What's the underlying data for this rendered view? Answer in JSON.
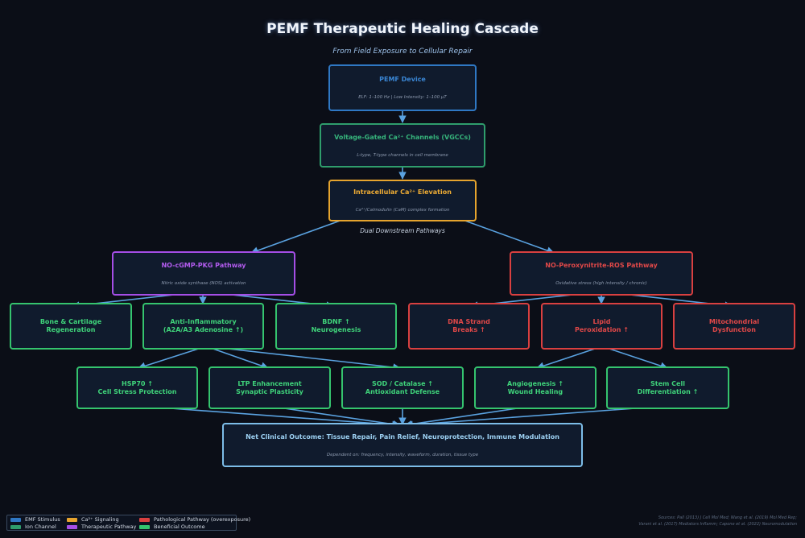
{
  "header": {
    "title": "PEMF Therapeutic Healing Cascade",
    "subtitle": "From Field Exposure to Cellular Repair"
  },
  "nodes": {
    "pemf_device": {
      "title": "PEMF Device",
      "subtitle": "ELF: 1–100 Hz | Low Intensity: 1–100 μT"
    },
    "vgcc": {
      "title": "Voltage-Gated Ca²⁺ Channels (VGCCs)",
      "subtitle": "L-type, T-type channels in cell membrane"
    },
    "ca_elevation": {
      "title": "Intracellular Ca²⁺ Elevation",
      "subtitle": "Ca²⁺/Calmodulin (CaM) complex formation"
    },
    "dual_label": "Dual Downstream Pathways",
    "no_cgmp": {
      "title": "NO-cGMP-PKG Pathway",
      "subtitle": "Nitric oxide synthase (NOS) activation"
    },
    "no_ros": {
      "title": "NO-Peroxynitrite-ROS Pathway",
      "subtitle": "Oxidative stress (high intensity / chronic)"
    },
    "bone": {
      "title": "Bone & Cartilage\nRegeneration"
    },
    "anti_inflam": {
      "title": "Anti-Inflammatory\n(A2A/A3 Adenosine ↑)"
    },
    "bdnf": {
      "title": "BDNF ↑\nNeurogenesis"
    },
    "dna": {
      "title": "DNA Strand\nBreaks ↑"
    },
    "lipid": {
      "title": "Lipid\nPeroxidation ↑"
    },
    "mito": {
      "title": "Mitochondrial\nDysfunction"
    },
    "hsp70": {
      "title": "HSP70 ↑\nCell Stress Protection"
    },
    "ltp": {
      "title": "LTP Enhancement\nSynaptic Plasticity"
    },
    "sod": {
      "title": "SOD / Catalase ↑\nAntioxidant Defense"
    },
    "angio": {
      "title": "Angiogenesis ↑\nWound Healing"
    },
    "stem": {
      "title": "Stem Cell\nDifferentiation ↑"
    },
    "outcome": {
      "title": "Net Clinical Outcome: Tissue Repair, Pain Relief, Neuroprotection, Immune Modulation",
      "subtitle": "Dependent on: frequency, intensity, waveform, duration, tissue type"
    }
  },
  "legend": {
    "items": [
      {
        "label": "EMF Stimulus",
        "color": "#2f78c4"
      },
      {
        "label": "Ion Channel",
        "color": "#2f9e6c"
      },
      {
        "label": "Ca²⁺ Signaling",
        "color": "#e6a42e"
      },
      {
        "label": "Therapeutic Pathway",
        "color": "#a54ee6"
      },
      {
        "label": "Pathological Pathway (overexposure)",
        "color": "#d94040"
      },
      {
        "label": "Beneficial Outcome",
        "color": "#35c46e"
      }
    ]
  },
  "sources": {
    "line1": "Sources: Pall (2013) J Cell Mol Med; Wang et al. (2019) Mol Med Rep;",
    "line2": "Varani et al. (2017) Mediators Inflamm; Capone et al. (2022) Neuromodulation"
  },
  "colors": {
    "arrow": "#5aa2e0",
    "background": "#0b0e17"
  }
}
